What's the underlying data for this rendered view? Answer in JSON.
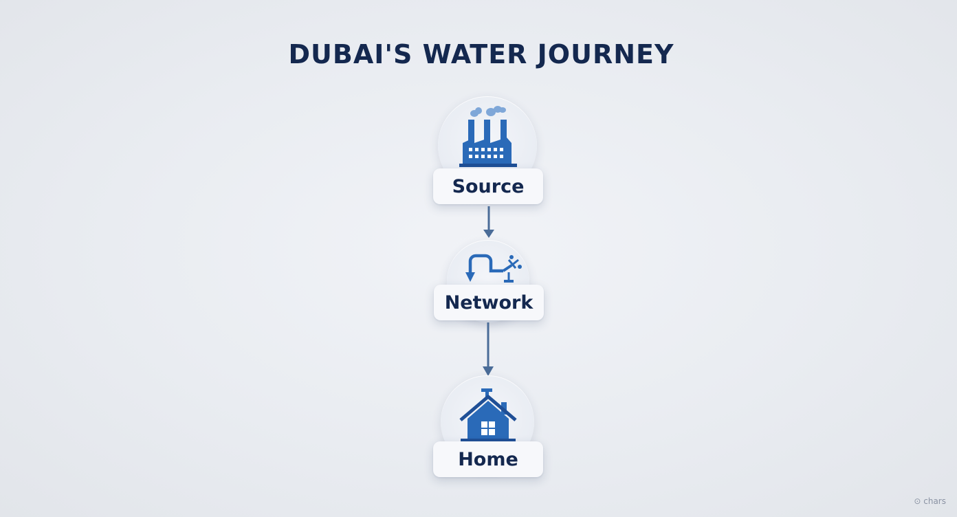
{
  "title": "DUBAI'S WATER JOURNEY",
  "steps": [
    {
      "label": "Source",
      "icon": "factory-icon"
    },
    {
      "label": "Network",
      "icon": "pipe-network-icon"
    },
    {
      "label": "Home",
      "icon": "house-icon"
    }
  ],
  "watermark": "chars",
  "colors": {
    "title": "#14284f",
    "icon_blue": "#2a6ab8",
    "arrow": "#4a6c98",
    "pill_bg": "#f7f8fb"
  }
}
